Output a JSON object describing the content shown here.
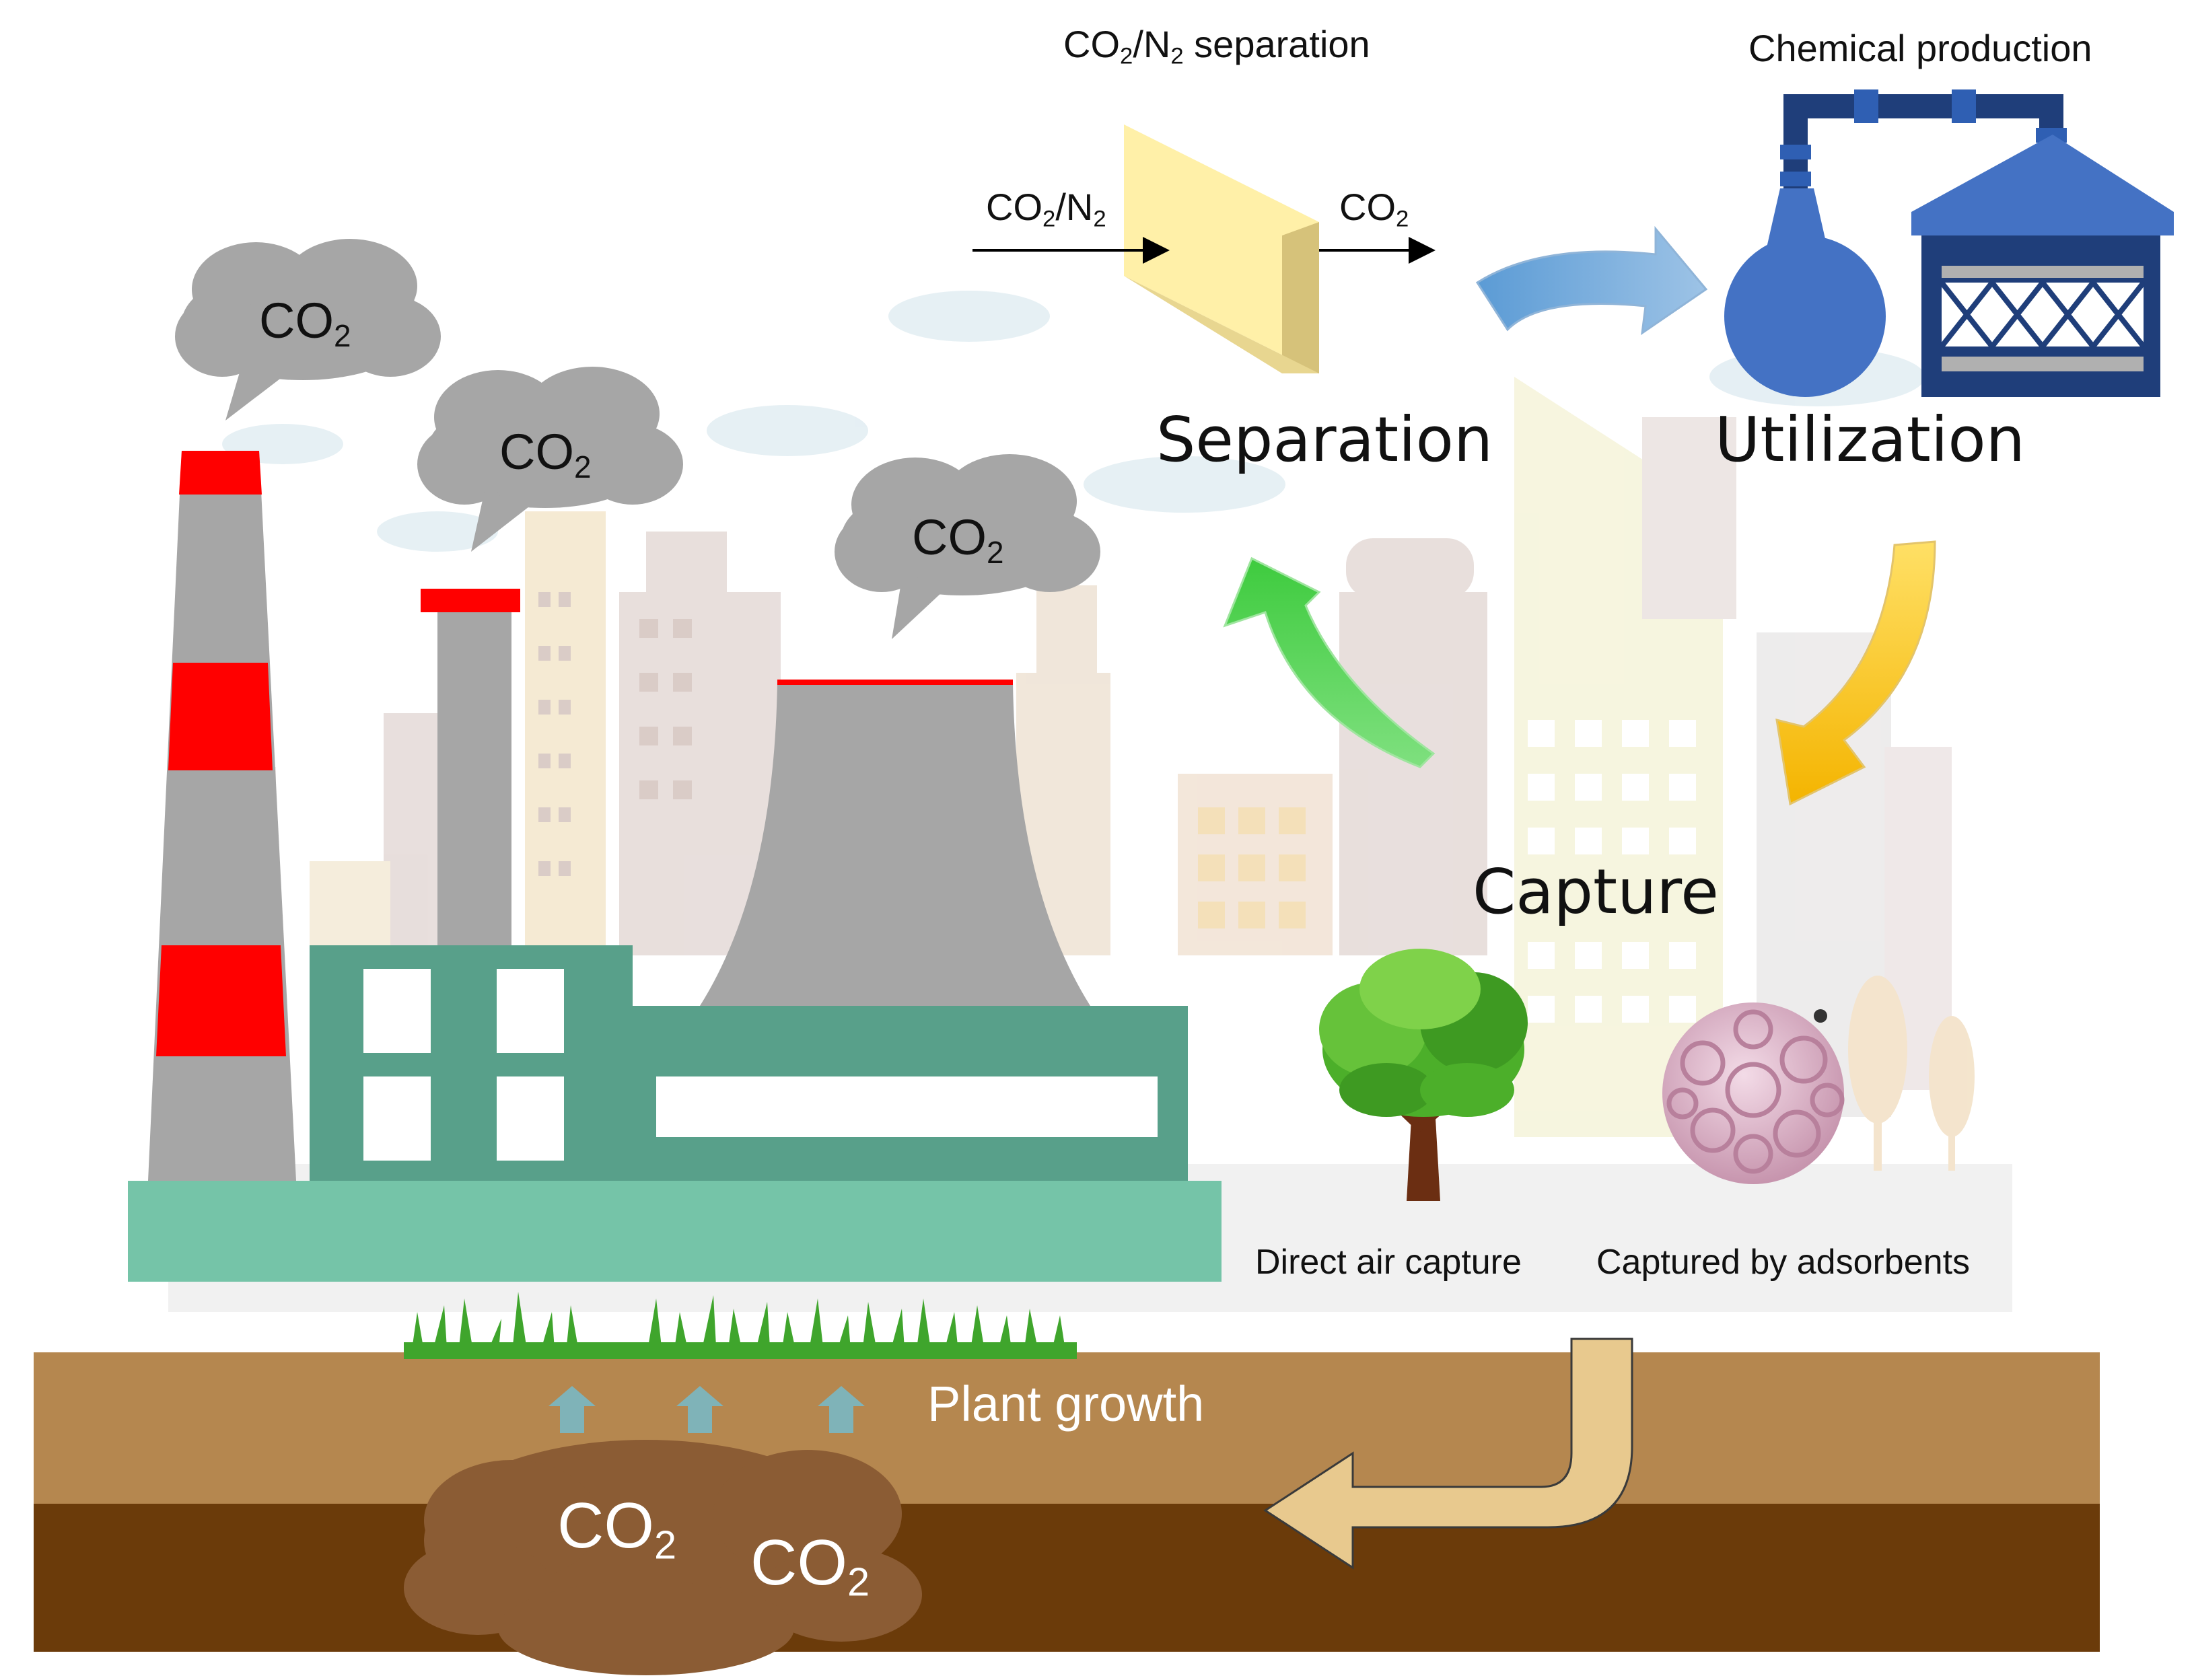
{
  "labels": {
    "separation_title": "CO2/N2 separation",
    "separation_title_parts": {
      "a": "CO",
      "a_sub": "2",
      "b": "/N",
      "b_sub": "2",
      "c": " separation"
    },
    "inflow": {
      "a": "CO",
      "a_sub": "2",
      "b": "/N",
      "b_sub": "2"
    },
    "outflow": {
      "a": "CO",
      "a_sub": "2"
    },
    "chemical_production": "Chemical production",
    "separation": "Separation",
    "utilization": "Utilization",
    "capture": "Capture",
    "direct_air_capture": "Direct air capture",
    "captured_by_adsorbents": "Captured by adsorbents",
    "plant_growth": "Plant growth"
  },
  "co2_clouds": [
    {
      "text": "CO",
      "sub": "2"
    },
    {
      "text": "CO",
      "sub": "2"
    },
    {
      "text": "CO",
      "sub": "2"
    }
  ],
  "underground_co2": [
    {
      "text": "CO",
      "sub": "2"
    },
    {
      "text": "CO",
      "sub": "2"
    }
  ],
  "colors": {
    "chimney_gray": "#a6a6a6",
    "chimney_red": "#ff0000",
    "factory_green": "#58a08a",
    "factory_base": "#75c4a8",
    "smoke": "#a6a6a6",
    "soil_top": "#b5874f",
    "soil_bottom": "#6b3b0a",
    "co2_pocket": "#8b5c34",
    "membrane": "#fff0a8",
    "arrow_blue": "#6fa8dc",
    "arrow_yellow": "#ffcc33",
    "arrow_green": "#66dd66",
    "arrow_tan": "#e8c98e",
    "flask_blue": "#4472c4",
    "pipe_navy": "#1f3e7a",
    "adsorbent_pink": "#dcb4c8",
    "tree_green": "#4caf2a"
  },
  "icons": [
    "chimney-icon",
    "smoke-cloud-icon",
    "cooling-tower-icon",
    "factory-icon",
    "membrane-icon",
    "flask-icon",
    "chemical-plant-icon",
    "tree-icon",
    "adsorbent-sphere-icon",
    "grass-icon",
    "up-arrow-icon"
  ]
}
